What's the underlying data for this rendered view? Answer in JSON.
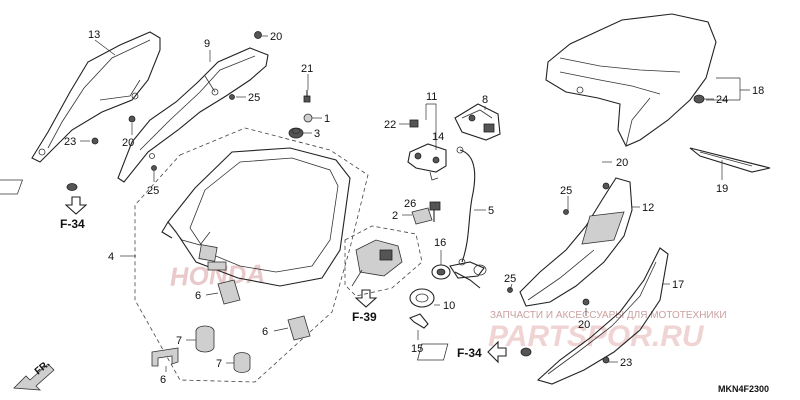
{
  "diagram": {
    "code": "MKN4F2300",
    "fr_label": "FR.",
    "watermark_text": "ЗАПЧАСТИ И АКСЕССУАРЫ ДЛЯ МОТОТЕХНИКИ",
    "watermark_brand": "PARTSPOR.RU",
    "refs": {
      "f34_a": "F-34",
      "f34_b": "F-34",
      "f39": "F-39"
    },
    "labels": {
      "n13": "13",
      "n9": "9",
      "n20a": "20",
      "n21": "21",
      "n25a": "25",
      "n1": "1",
      "n3": "3",
      "n23a": "23",
      "n20b": "20",
      "n25b": "25",
      "n4": "4",
      "n6a": "6",
      "n6b": "6",
      "n6c": "6",
      "n7a": "7",
      "n7b": "7",
      "n11": "11",
      "n22": "22",
      "n14": "14",
      "n8": "8",
      "n26": "26",
      "n2": "2",
      "n5": "5",
      "n16": "16",
      "n10": "10",
      "n15": "15",
      "n18": "18",
      "n24": "24",
      "n19": "19",
      "n20c": "20",
      "n25c": "25",
      "n12": "12",
      "n25d": "25",
      "n17": "17",
      "n20d": "20",
      "n23b": "23"
    },
    "colors": {
      "ink": "#222222",
      "watermark": "#c9a0a0",
      "brand": "#e9c9c9"
    }
  }
}
